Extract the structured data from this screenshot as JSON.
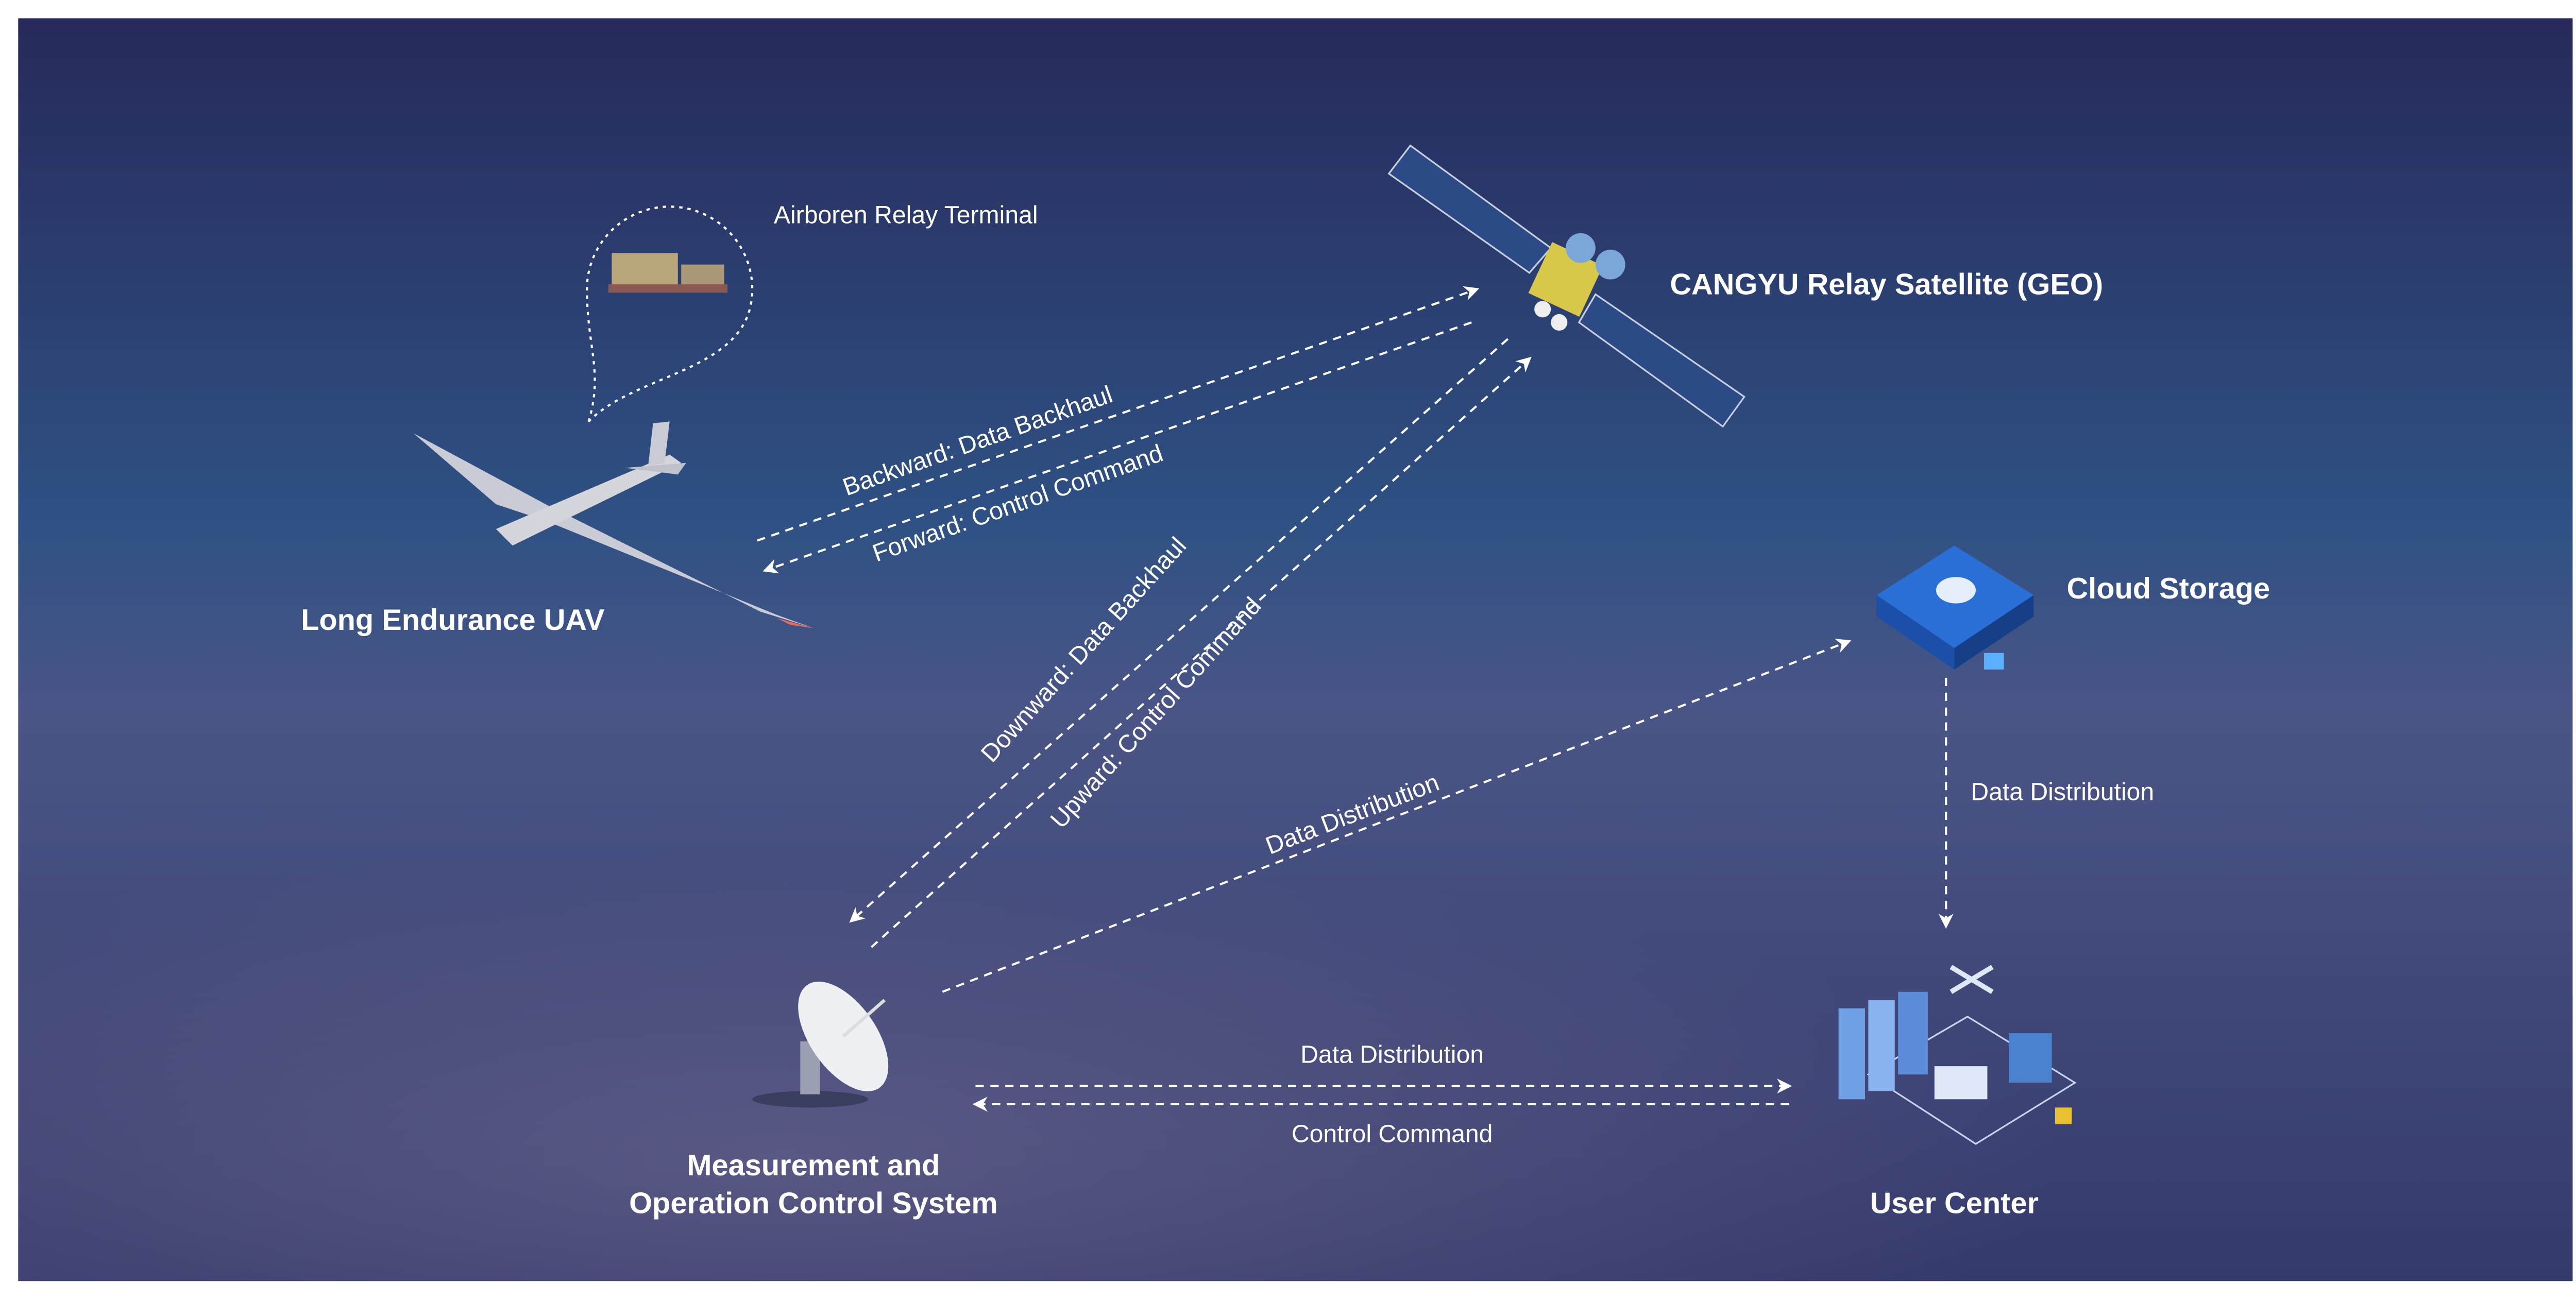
{
  "nodes": {
    "airborne_terminal": "Airboren Relay Terminal",
    "uav": "Long Endurance UAV",
    "satellite": "CANGYU Relay Satellite (GEO)",
    "cloud": "Cloud Storage",
    "ground_line1": "Measurement and",
    "ground_line2": "Operation Control System",
    "user_center": "User Center"
  },
  "links": {
    "backward": "Backward: Data Backhaul",
    "forward": "Forward: Control Command",
    "downward": "Downward: Data Backhaul",
    "upward": "Upward: Control Command",
    "ground_to_cloud": "Data Distribution",
    "cloud_to_user": "Data Distribution",
    "ground_to_user": "Data Distribution",
    "user_to_ground": "Control Command"
  },
  "colors": {
    "sky_top": "#262a5a",
    "sky_mid": "#2f5184",
    "sky_bottom": "#3b3f70"
  }
}
